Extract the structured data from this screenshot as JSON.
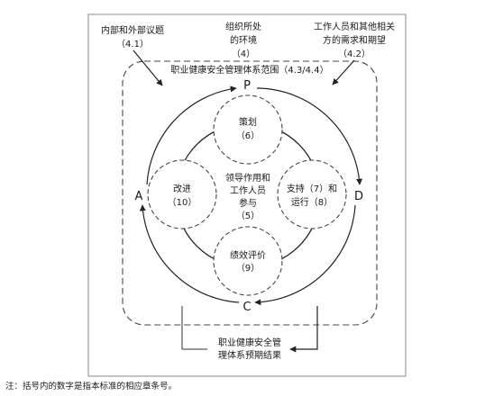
{
  "inputs": {
    "internal_external_issues": {
      "title": "内部和外部议题",
      "ref": "（4.1）"
    },
    "context": {
      "line1": "组织所处",
      "line2": "的环境",
      "ref": "（4）"
    },
    "interested_parties": {
      "line1": "工作人员和其他相关",
      "line2": "方的需求和期望",
      "ref": "（4.2）"
    }
  },
  "scope_label": "职业健康安全管理体系范围（4.3/4.4）",
  "pdca": {
    "p": "P",
    "d": "D",
    "c": "C",
    "a": "A"
  },
  "clauses": {
    "planning": {
      "title": "策划",
      "ref": "（6）"
    },
    "support": {
      "line1": "支持（7）和",
      "line2": "运行（8）"
    },
    "evaluation": {
      "title": "绩效评价",
      "ref": "（9）"
    },
    "improvement": {
      "title": "改进",
      "ref": "（10）"
    },
    "leadership": {
      "line1": "领导作用和",
      "line2": "工作人员",
      "line3": "参与",
      "ref": "（5）"
    }
  },
  "outcome": {
    "line1": "职业健康安全管",
    "line2": "理体系预期结果"
  },
  "note": "注：括号内的数字是指本标准的相应章条号。"
}
